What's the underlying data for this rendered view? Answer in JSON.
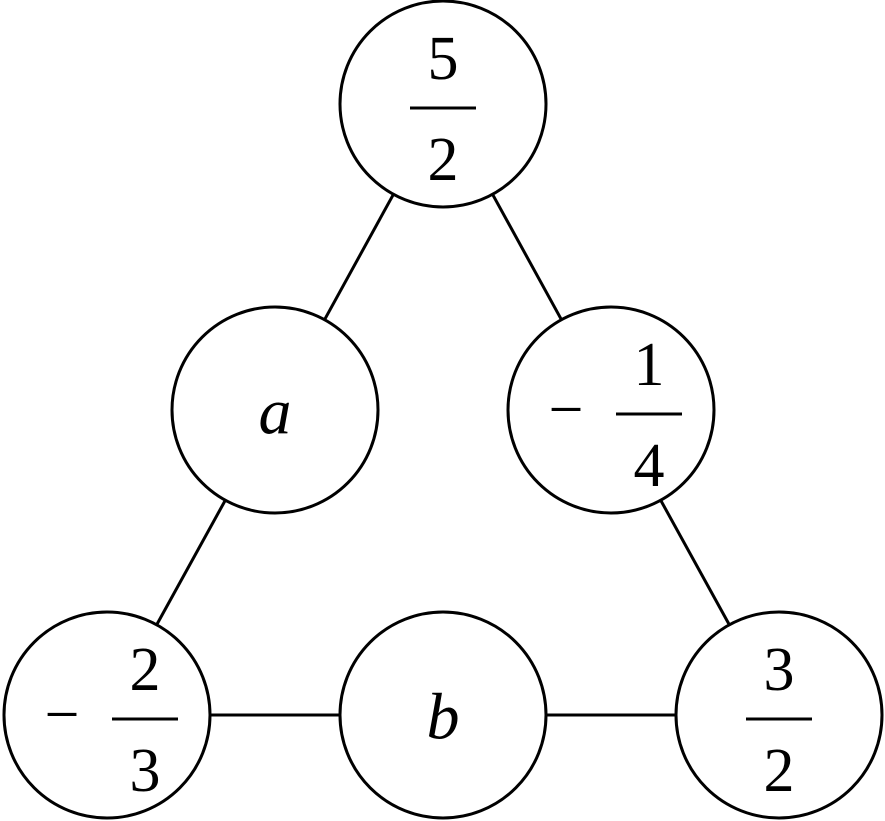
{
  "nodes": [
    {
      "id": "top",
      "kind": "fraction",
      "sign": "",
      "numerator": "5",
      "denominator": "2"
    },
    {
      "id": "left-middle",
      "kind": "variable",
      "label": "a"
    },
    {
      "id": "right-middle",
      "kind": "fraction",
      "sign": "−",
      "numerator": "1",
      "denominator": "4"
    },
    {
      "id": "bottom-left",
      "kind": "fraction",
      "sign": "−",
      "numerator": "2",
      "denominator": "3"
    },
    {
      "id": "bottom-middle",
      "kind": "variable",
      "label": "b"
    },
    {
      "id": "bottom-right",
      "kind": "fraction",
      "sign": "",
      "numerator": "3",
      "denominator": "2"
    }
  ],
  "edges": [
    [
      "top",
      "left-middle"
    ],
    [
      "top",
      "right-middle"
    ],
    [
      "left-middle",
      "bottom-left"
    ],
    [
      "right-middle",
      "bottom-right"
    ],
    [
      "bottom-left",
      "bottom-middle"
    ],
    [
      "bottom-middle",
      "bottom-right"
    ]
  ]
}
